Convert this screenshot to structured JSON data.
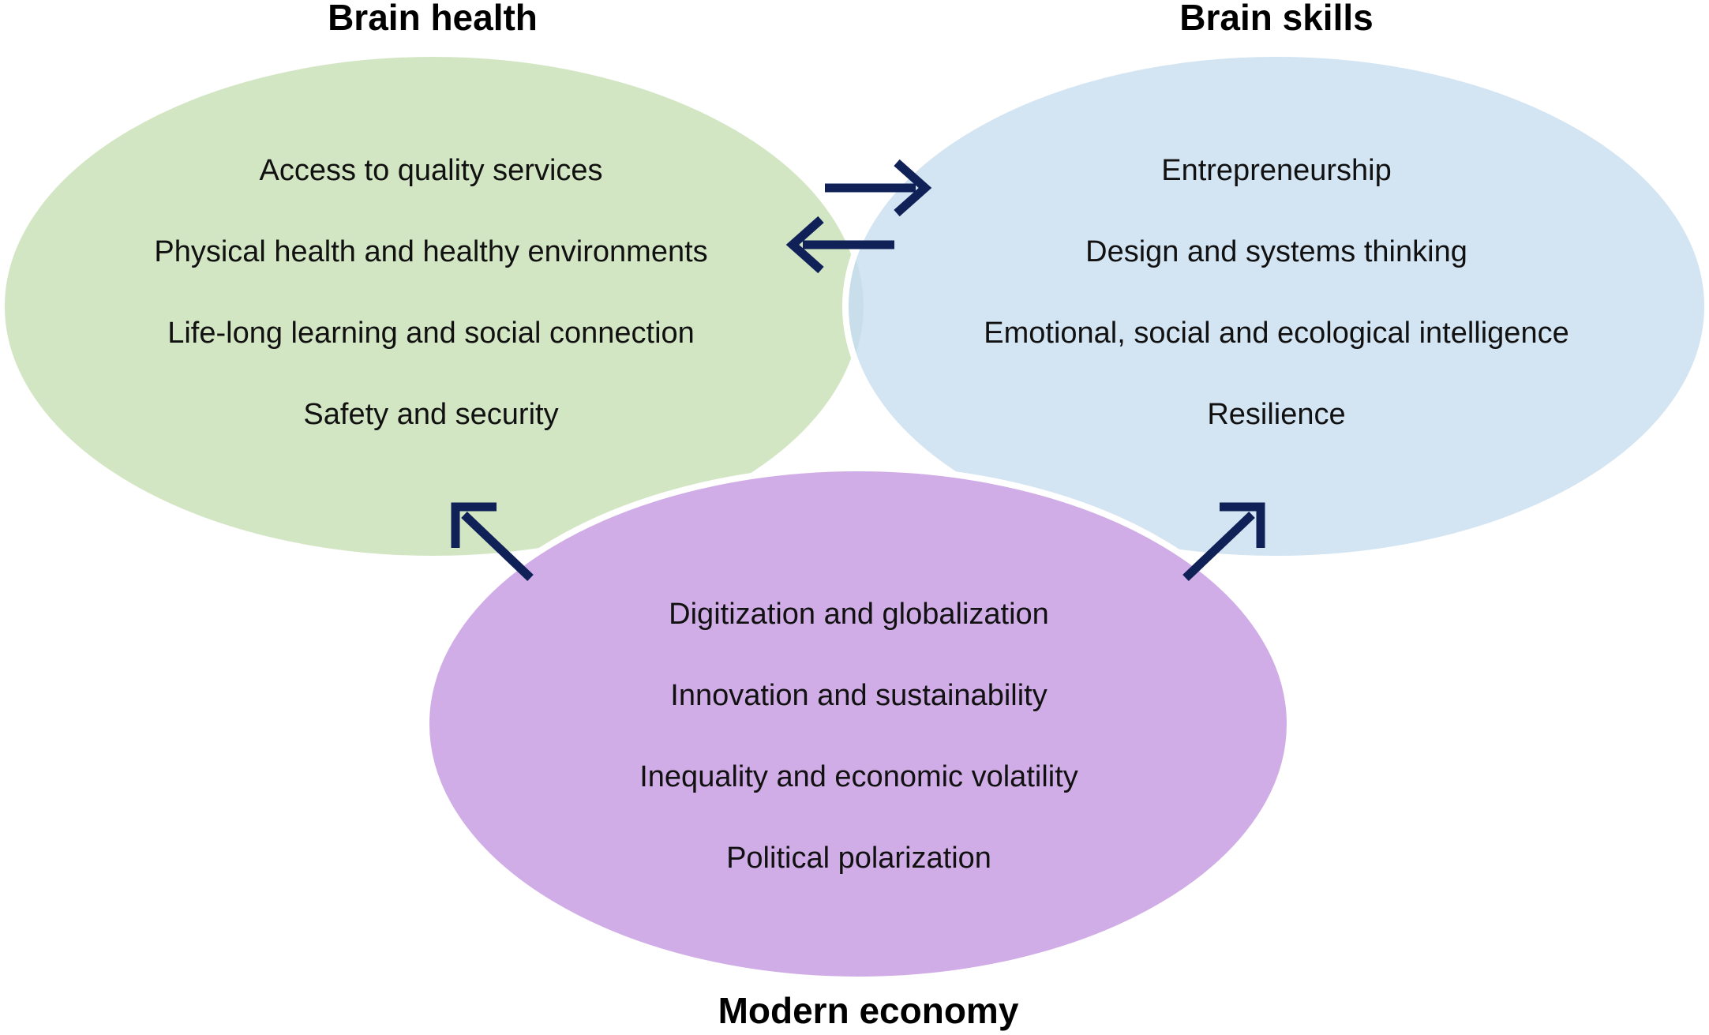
{
  "colors": {
    "brain_health": "#d3e6c3",
    "brain_skills": "#ccdff0",
    "modern_economy": "#d1ade7",
    "arrow": "#0f2157",
    "text": "#111111"
  },
  "circles": {
    "brain_health": {
      "title": "Brain health",
      "items": [
        "Access to quality services",
        "Physical health and healthy environments",
        "Life-long learning and social connection",
        "Safety and security"
      ]
    },
    "brain_skills": {
      "title": "Brain skills",
      "items": [
        "Entrepreneurship",
        "Design and systems thinking",
        "Emotional, social and ecological intelligence",
        "Resilience"
      ]
    },
    "modern_economy": {
      "title": "Modern economy",
      "items": [
        "Digitization and globalization",
        "Innovation and sustainability",
        "Inequality and economic volatility",
        "Political polarization"
      ]
    }
  },
  "connections": [
    {
      "from": "brain_health",
      "to": "brain_skills"
    },
    {
      "from": "brain_skills",
      "to": "brain_health"
    },
    {
      "from": "modern_economy",
      "to": "brain_health"
    },
    {
      "from": "modern_economy",
      "to": "brain_skills"
    }
  ]
}
